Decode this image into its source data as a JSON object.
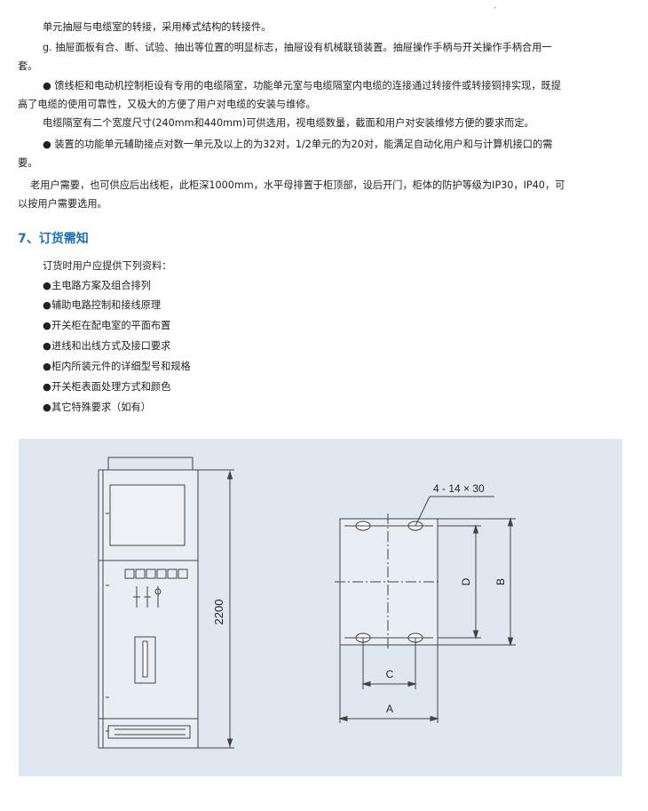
{
  "mark": "-",
  "paragraphs": [
    "单元抽屉与电缆室的转接，采用棒式结构的转接件。",
    "g. 抽屉面板有合、断、试验、抽出等位置的明显标志，抽屉设有机械联锁装置。抽屉操作手柄与开关操作手柄合用一",
    "套。",
    "● 馈线柜和电动机控制柜设有专用的电缆隔室，功能单元室与电缆隔室内电缆的连接通过转接件或转接铜排实现，既提",
    "高了电缆的使用可靠性，又极大的方便了用户对电缆的安装与维修。",
    "电缆隔室有二个宽度尺寸(240mm和440mm)可供选用，视电缆数量，截面和用户对安装维修方便的要求而定。",
    "● 装置的功能单元辅助接点对数一单元及以上的为32对，1/2单元的为20对，能满足自动化用户和与计算机接口的需",
    "要。",
    "老用户需要，也可供应后出线柜，此柜深1000mm，水平母排置于柜顶部，设后开门，柜体的防护等级为IP30，IP40，可",
    "以按用户需要选用。"
  ],
  "section": {
    "heading": "7、订货需知",
    "intro": "订货时用户应提供下列资料：",
    "bullet": "●",
    "items": [
      "主电路方案及组合排列",
      "辅助电路控制和接线原理",
      "开关柜在配电室的平面布置",
      "进线和出线方式及接口要求",
      "柜内所装元件的详细型号和规格",
      "开关柜表面处理方式和颜色",
      "其它特殊要求（如有）"
    ]
  },
  "figure": {
    "height_label": "2200",
    "hole_label": "4 - 14 × 30",
    "dim_a": "A",
    "dim_b": "B",
    "dim_c": "C",
    "dim_d": "D"
  }
}
